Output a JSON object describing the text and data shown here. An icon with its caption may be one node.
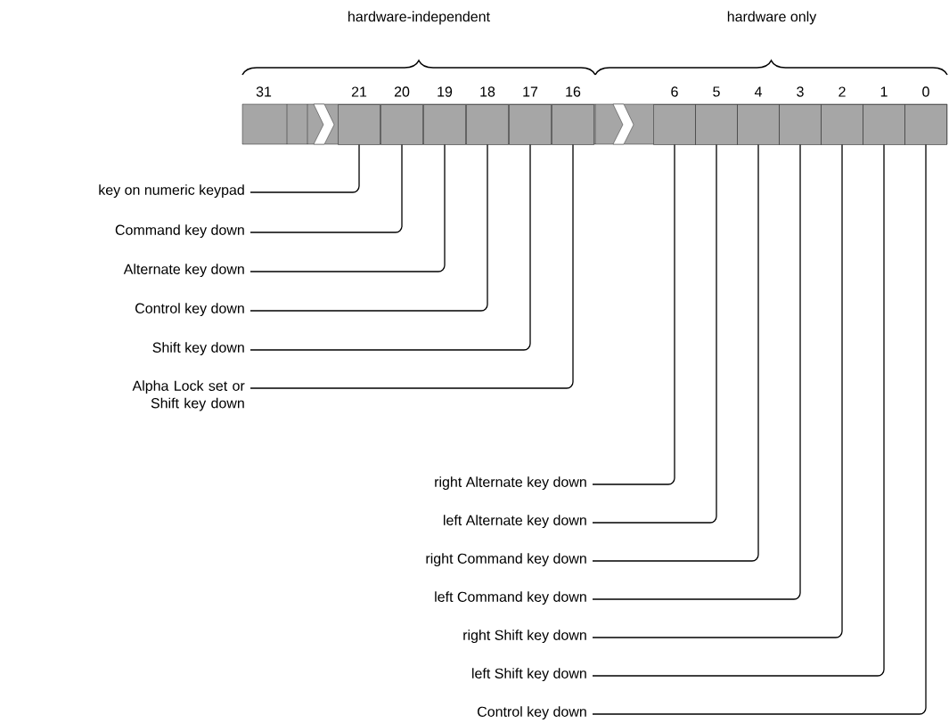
{
  "diagram": {
    "nodes": [
      {
        "text": [
          "key on numeric keypad"
        ]
      },
      {
        "text": [
          "Command key down"
        ]
      },
      {
        "text": [
          "Alternate key down"
        ]
      },
      {
        "text": [
          "Control key down"
        ]
      },
      {
        "text": [
          "Shift key down"
        ]
      },
      {
        "text": [
          "Alpha Lock set or Shift key down"
        ]
      },
      {
        "text": [
          "right Alternate key down"
        ]
      },
      {
        "text": [
          "left Alternate key down"
        ]
      },
      {
        "text": [
          "right Command key down"
        ]
      },
      {
        "text": [
          "left Command key down"
        ]
      },
      {
        "text": [
          "right Shift key down"
        ]
      },
      {
        "text": [
          "left Shift key down"
        ]
      },
      {
        "text": [
          "Control key down"
        ]
      },
      {
        "text": [],
        "shape": "box"
      },
      {
        "text": [],
        "shape": "box"
      },
      {
        "text": [],
        "shape": "box"
      },
      {
        "text": [],
        "shape": "box"
      },
      {
        "text": [],
        "shape": "box"
      },
      {
        "text": [],
        "shape": "box"
      },
      {
        "text": [],
        "shape": "box"
      },
      {
        "text": [],
        "shape": "box"
      },
      {
        "text": [],
        "shape": "box"
      },
      {
        "text": [],
        "shape": "box"
      },
      {
        "text": [],
        "shape": "box"
      },
      {
        "text": [],
        "shape": "box"
      },
      {
        "text": [],
        "shape": "box"
      }
    ],
    "edges": [
      {
        "from": 0,
        "to": 13,
        "arrow": "none"
      },
      {
        "from": 1,
        "to": 14,
        "arrow": "none"
      },
      {
        "from": 2,
        "to": 15,
        "arrow": "none"
      },
      {
        "from": 3,
        "to": 16,
        "arrow": "none"
      },
      {
        "from": 4,
        "to": 17,
        "arrow": "none"
      },
      {
        "from": 5,
        "to": 18,
        "arrow": "none"
      },
      {
        "from": 6,
        "to": 19,
        "arrow": "none"
      },
      {
        "from": 7,
        "to": 20,
        "arrow": "none"
      },
      {
        "from": 8,
        "to": 21,
        "arrow": "none"
      },
      {
        "from": 9,
        "to": 22,
        "arrow": "none"
      },
      {
        "from": 10,
        "to": 23,
        "arrow": "none"
      },
      {
        "from": 11,
        "to": 24,
        "arrow": "none"
      },
      {
        "from": 12,
        "to": 25,
        "arrow": "none"
      }
    ],
    "labels": [
      "hardware-independent",
      "hardware only",
      "31",
      "21",
      "20",
      "19",
      "18",
      "17",
      "16",
      "6",
      "5",
      "4",
      "3",
      "2",
      "1",
      "0"
    ]
  }
}
